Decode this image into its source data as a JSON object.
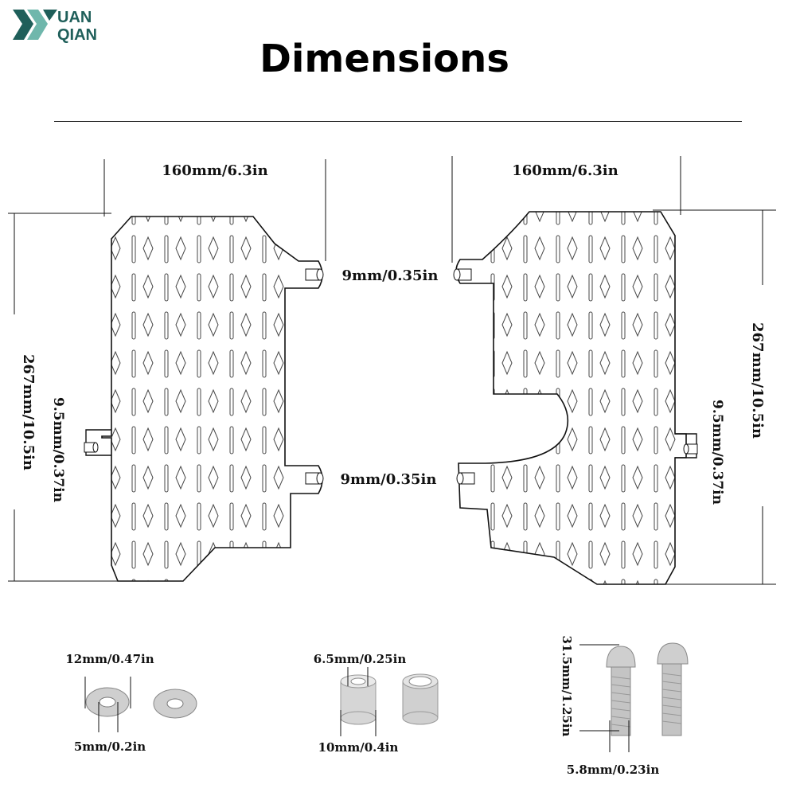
{
  "brand": {
    "line1": "UAN",
    "line2": "QIAN",
    "color": "#1f5f5a"
  },
  "title": "Dimensions",
  "left_panel": {
    "width": "160mm/6.3in",
    "height": "267mm/10.5in",
    "side_hole": "9.5mm/0.37in",
    "top_hole": "9mm/0.35in",
    "bottom_hole": "9mm/0.35in"
  },
  "right_panel": {
    "width": "160mm/6.3in",
    "height": "267mm/10.5in",
    "side_hole": "9.5mm/0.37in"
  },
  "washer": {
    "outer": "12mm/0.47in",
    "inner": "5mm/0.2in"
  },
  "spacer": {
    "diameter": "6.5mm/0.25in",
    "length": "10mm/0.4in"
  },
  "bolt": {
    "length": "31.5mm/1.25in",
    "diameter": "5.8mm/0.23in"
  }
}
